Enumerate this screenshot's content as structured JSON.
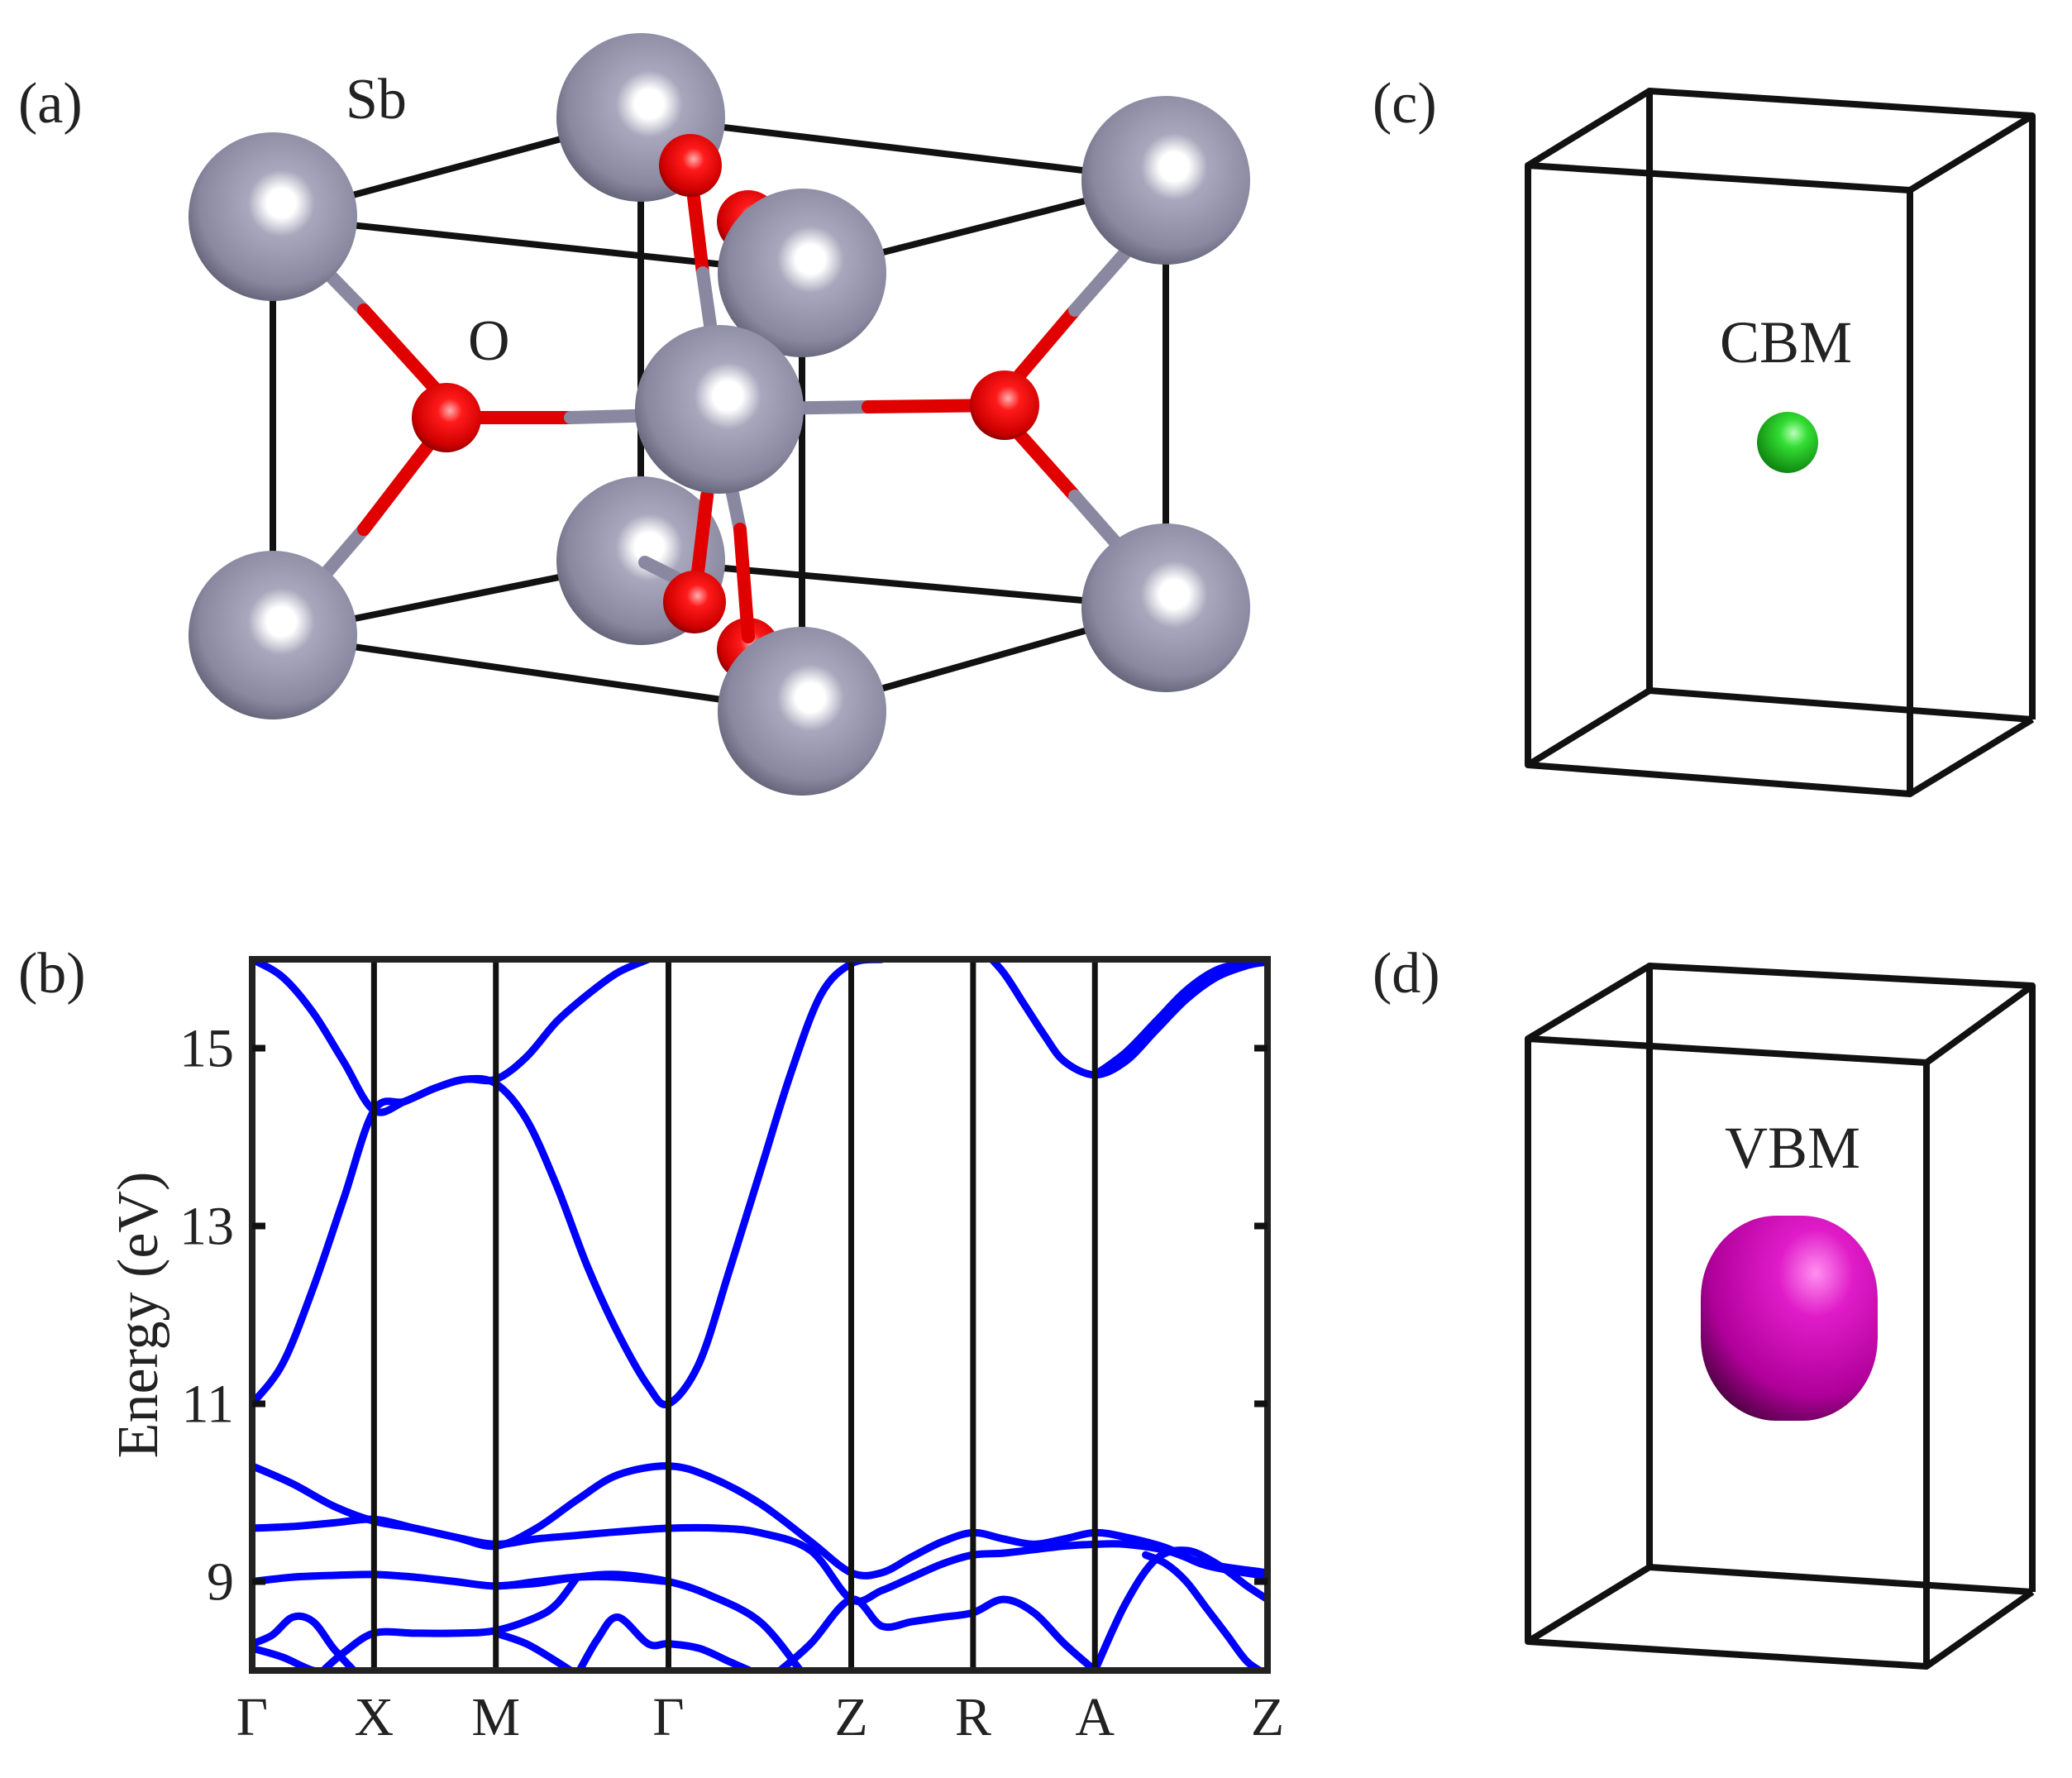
{
  "panels": {
    "a": {
      "label": "(a)",
      "atom_sb": "Sb",
      "atom_o": "O"
    },
    "b": {
      "label": "(b)"
    },
    "c": {
      "label": "(c)",
      "text": "CBM"
    },
    "d": {
      "label": "(d)",
      "text": "VBM"
    }
  },
  "colors": {
    "sb_atom": "#8a88a0",
    "o_atom": "#e00000",
    "band_line": "#0000ff",
    "cbm_iso": "#22cc22",
    "vbm_iso": "#cc00aa",
    "frame": "#111111"
  },
  "chart_data": {
    "type": "line",
    "title": "",
    "xlabel": "",
    "ylabel": "Energy (eV)",
    "ylim": [
      8,
      16
    ],
    "yticks": [
      9,
      11,
      13,
      15
    ],
    "grid": false,
    "kpath": [
      "Γ",
      "X",
      "M",
      "Γ",
      "Z",
      "R",
      "A",
      "Z"
    ],
    "kpos": [
      0,
      0.12,
      0.24,
      0.41,
      0.59,
      0.71,
      0.83,
      1.0
    ],
    "series": [
      {
        "x": [
          0,
          0.03,
          0.06,
          0.09,
          0.12,
          0.15,
          0.18,
          0.21,
          0.24,
          0.27,
          0.3,
          0.33,
          0.36,
          0.39,
          0.41
        ],
        "y": [
          16.0,
          15.8,
          15.4,
          14.85,
          14.3,
          14.4,
          14.55,
          14.65,
          14.65,
          14.9,
          15.3,
          15.6,
          15.85,
          16.0,
          16.1
        ]
      },
      {
        "x": [
          0,
          0.03,
          0.06,
          0.09,
          0.12,
          0.15,
          0.18,
          0.21,
          0.24,
          0.27,
          0.3,
          0.33,
          0.36,
          0.39,
          0.41,
          0.44,
          0.47,
          0.5,
          0.53,
          0.56,
          0.59,
          0.62
        ],
        "y": [
          11.0,
          11.45,
          12.3,
          13.3,
          14.3,
          14.4,
          14.55,
          14.65,
          14.6,
          14.2,
          13.45,
          12.55,
          11.8,
          11.2,
          11.0,
          11.45,
          12.5,
          13.6,
          14.7,
          15.6,
          15.95,
          16.0
        ]
      },
      {
        "x": [
          0.72,
          0.74,
          0.76,
          0.78,
          0.8,
          0.83,
          0.86,
          0.89,
          0.92,
          0.95,
          0.98,
          1.0
        ],
        "y": [
          16.1,
          15.85,
          15.5,
          15.15,
          14.85,
          14.7,
          14.85,
          15.2,
          15.55,
          15.8,
          15.93,
          15.97
        ]
      },
      {
        "x": [
          0.83,
          0.86,
          0.89,
          0.92,
          0.95,
          0.98,
          1.0
        ],
        "y": [
          14.7,
          14.95,
          15.3,
          15.65,
          15.88,
          15.96,
          15.97
        ]
      },
      {
        "x": [
          0,
          0.04,
          0.08,
          0.12,
          0.16,
          0.2,
          0.24,
          0.28,
          0.32,
          0.36,
          0.41,
          0.45,
          0.5,
          0.55,
          0.59,
          0.62,
          0.65,
          0.68,
          0.71,
          0.74,
          0.77,
          0.8,
          0.83,
          0.86,
          0.9,
          0.94,
          1.0
        ],
        "y": [
          10.3,
          10.1,
          9.85,
          9.68,
          9.6,
          9.5,
          9.4,
          9.6,
          9.92,
          10.2,
          10.3,
          10.18,
          9.88,
          9.45,
          9.1,
          9.1,
          9.28,
          9.45,
          9.55,
          9.48,
          9.42,
          9.48,
          9.55,
          9.5,
          9.38,
          9.18,
          9.06
        ]
      },
      {
        "x": [
          0,
          0.04,
          0.08,
          0.12,
          0.16,
          0.2,
          0.24,
          0.28,
          0.32,
          0.36,
          0.41,
          0.46,
          0.5,
          0.55,
          0.59,
          0.62,
          0.65,
          0.68,
          0.71,
          0.74,
          0.77,
          0.8,
          0.83,
          0.86,
          0.9,
          0.94,
          1.0
        ],
        "y": [
          9.6,
          9.62,
          9.66,
          9.7,
          9.6,
          9.5,
          9.42,
          9.48,
          9.52,
          9.56,
          9.6,
          9.6,
          9.55,
          9.35,
          8.8,
          8.9,
          9.05,
          9.2,
          9.3,
          9.32,
          9.36,
          9.4,
          9.42,
          9.42,
          9.35,
          9.2,
          9.1
        ]
      },
      {
        "x": [
          0,
          0.04,
          0.08,
          0.12,
          0.16,
          0.2,
          0.24,
          0.28,
          0.32,
          0.36,
          0.41
        ],
        "y": [
          9.0,
          9.05,
          9.07,
          9.08,
          9.05,
          9.0,
          8.95,
          9.0,
          9.05,
          9.05,
          9.0
        ]
      },
      {
        "x": [
          0.24,
          0.28,
          0.32,
          0.36,
          0.41,
          0.45,
          0.5,
          0.54
        ],
        "y": [
          8.95,
          8.98,
          9.05,
          9.08,
          9.0,
          8.85,
          8.55,
          8.0
        ]
      },
      {
        "x": [
          0,
          0.02,
          0.04,
          0.06,
          0.08,
          0.1
        ],
        "y": [
          8.3,
          8.4,
          8.6,
          8.55,
          8.25,
          8.0
        ]
      },
      {
        "x": [
          0,
          0.03,
          0.06,
          0.09
        ],
        "y": [
          8.25,
          8.15,
          8.0,
          7.95
        ]
      },
      {
        "x": [
          0.07,
          0.09,
          0.12,
          0.16,
          0.2,
          0.24,
          0.28,
          0.3,
          0.32
        ],
        "y": [
          8.0,
          8.2,
          8.42,
          8.42,
          8.42,
          8.45,
          8.6,
          8.75,
          9.05
        ]
      },
      {
        "x": [
          0.24,
          0.27,
          0.3,
          0.32
        ],
        "y": [
          8.42,
          8.3,
          8.1,
          7.95
        ]
      },
      {
        "x": [
          0.32,
          0.34,
          0.36,
          0.39,
          0.41,
          0.44,
          0.47,
          0.49
        ],
        "y": [
          7.95,
          8.35,
          8.6,
          8.3,
          8.3,
          8.25,
          8.1,
          8.0
        ]
      },
      {
        "x": [
          0.52,
          0.55,
          0.59,
          0.62,
          0.65,
          0.68,
          0.71,
          0.74,
          0.77,
          0.8,
          0.83
        ],
        "y": [
          8.0,
          8.3,
          8.8,
          8.5,
          8.55,
          8.6,
          8.65,
          8.8,
          8.65,
          8.3,
          8.0
        ]
      },
      {
        "x": [
          0.83,
          0.86,
          0.89,
          0.92,
          0.95,
          0.98,
          1.0
        ],
        "y": [
          8.0,
          8.75,
          9.25,
          9.35,
          9.2,
          8.95,
          8.8
        ]
      },
      {
        "x": [
          0.88,
          0.9,
          0.92,
          0.94,
          0.96,
          0.98,
          1.0
        ],
        "y": [
          9.3,
          9.2,
          9.0,
          8.7,
          8.4,
          8.1,
          7.95
        ]
      }
    ]
  }
}
